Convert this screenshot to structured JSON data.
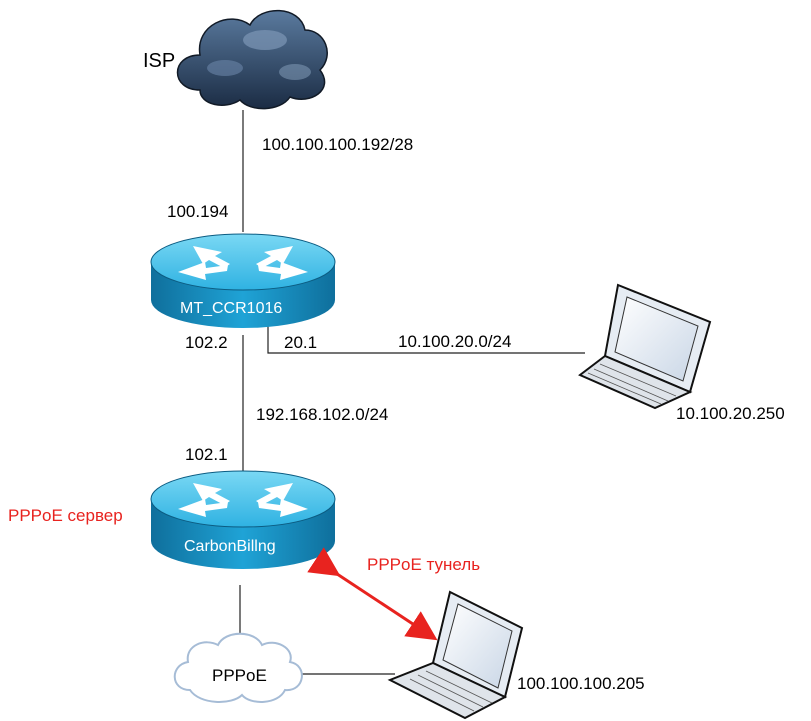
{
  "colors": {
    "red_label": "#e8231f",
    "router_body": "#1a8fc2",
    "router_top": "#4fc6ea",
    "cloud_dark": "#1f3550",
    "cloud_light": "#ffffff"
  },
  "isp": {
    "label": "ISP",
    "icon": "storm-cloud-icon"
  },
  "wan": {
    "subnet": "100.100.100.192/28",
    "router_ip": "100.194"
  },
  "router_main": {
    "name": "MT_CCR1016",
    "icon": "router-icon",
    "down_ip": "102.2",
    "lan_ip": "20.1"
  },
  "lan": {
    "subnet": "10.100.20.0/24",
    "laptop_ip": "10.100.20.250",
    "icon": "laptop-icon"
  },
  "transit": {
    "subnet": "192.168.102.0/24",
    "billing_ip": "102.1"
  },
  "router_billing": {
    "name": "CarbonBillng",
    "role": "PPPoE сервер",
    "icon": "router-icon"
  },
  "pppoe": {
    "cloud_label": "PPPoE",
    "tunnel_label": "PPPoE тунель",
    "client_ip": "100.100.100.205",
    "icon": "laptop-icon"
  }
}
